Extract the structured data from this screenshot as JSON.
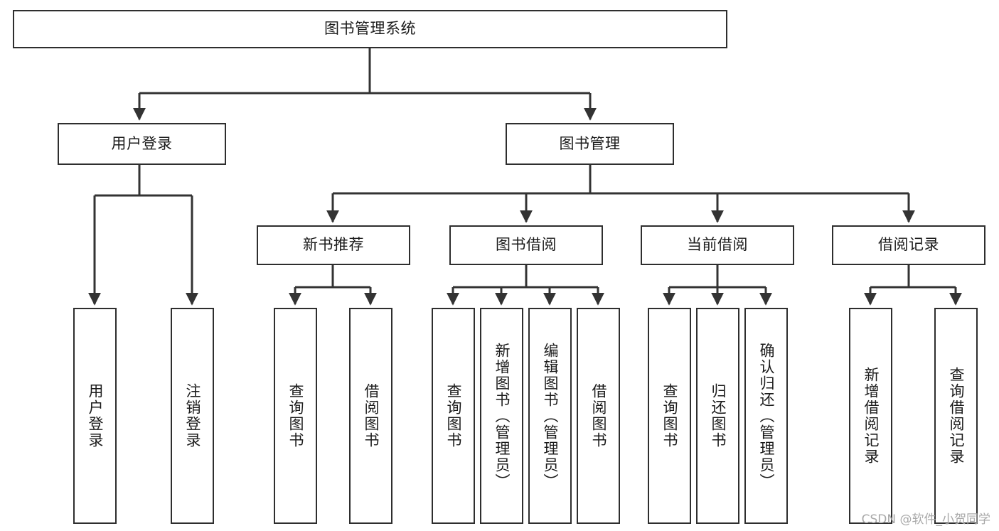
{
  "diagram": {
    "title": "图书管理系统",
    "type": "tree-hierarchy-chart",
    "watermark": "CSDN @软件_小贺同学",
    "colors": {
      "box_border": "#2e2e2e",
      "box_fill": "#ffffff",
      "connector": "#333333",
      "text": "#1b1b1b",
      "watermark": "#a8a8a8"
    },
    "root": {
      "label": "图书管理系统"
    },
    "level2": [
      {
        "id": "user-login",
        "label": "用户登录"
      },
      {
        "id": "book-manage",
        "label": "图书管理"
      }
    ],
    "level3": [
      {
        "id": "new-book-rec",
        "label": "新书推荐",
        "parent": "book-manage"
      },
      {
        "id": "book-borrow",
        "label": "图书借阅",
        "parent": "book-manage"
      },
      {
        "id": "current-borrow",
        "label": "当前借阅",
        "parent": "book-manage"
      },
      {
        "id": "borrow-record",
        "label": "借阅记录",
        "parent": "book-manage"
      }
    ],
    "leaves": {
      "user-login": [
        {
          "id": "leaf-user-login",
          "label": "用户登录"
        },
        {
          "id": "leaf-user-logout",
          "label": "注销登录"
        }
      ],
      "new-book-rec": [
        {
          "id": "leaf-query-book-1",
          "label": "查询图书"
        },
        {
          "id": "leaf-borrow-book-1",
          "label": "借阅图书"
        }
      ],
      "book-borrow": [
        {
          "id": "leaf-query-book-2",
          "label": "查询图书"
        },
        {
          "id": "leaf-add-book",
          "label": "新增图书（管理员）"
        },
        {
          "id": "leaf-edit-book",
          "label": "编辑图书（管理员）"
        },
        {
          "id": "leaf-borrow-book-2",
          "label": "借阅图书"
        }
      ],
      "current-borrow": [
        {
          "id": "leaf-query-book-3",
          "label": "查询图书"
        },
        {
          "id": "leaf-return-book",
          "label": "归还图书"
        },
        {
          "id": "leaf-confirm-return",
          "label": "确认归还（管理员）"
        }
      ],
      "borrow-record": [
        {
          "id": "leaf-add-record",
          "label": "新增借阅记录"
        },
        {
          "id": "leaf-query-record",
          "label": "查询借阅记录"
        }
      ]
    }
  }
}
